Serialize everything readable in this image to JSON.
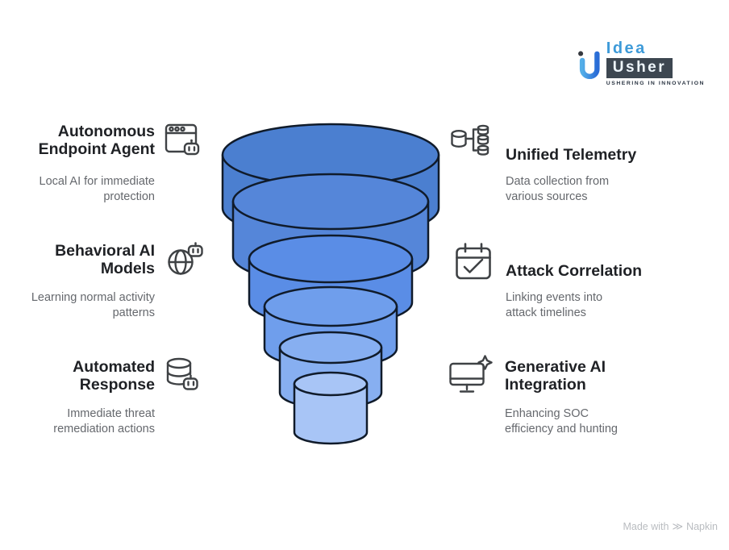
{
  "logo": {
    "word1": "Idea",
    "word2": "Usher",
    "tagline": "USHERING IN INNOVATION",
    "accent_light": "#54aee8",
    "accent_dark": "#2a6cd6"
  },
  "left_items": [
    {
      "title": "Autonomous Endpoint Agent",
      "subtitle": "Local AI for immediate protection",
      "icon": "browser-robot"
    },
    {
      "title": "Behavioral AI Models",
      "subtitle": "Learning normal activity patterns",
      "icon": "globe-robot"
    },
    {
      "title": "Automated Response",
      "subtitle": "Immediate threat remediation actions",
      "icon": "database-robot"
    }
  ],
  "right_items": [
    {
      "title": "Unified Telemetry",
      "subtitle": "Data collection from various sources",
      "icon": "telemetry-merge"
    },
    {
      "title": "Attack Correlation",
      "subtitle": "Linking events into attack timelines",
      "icon": "calendar-check"
    },
    {
      "title": "Generative AI Integration",
      "subtitle": "Enhancing SOC efficiency and hunting",
      "icon": "monitor-sparkle"
    }
  ],
  "funnel": {
    "type": "stacked-cylinder-funnel",
    "levels": [
      {
        "color": "#4b7fd0"
      },
      {
        "color": "#5586d9"
      },
      {
        "color": "#5a8de6"
      },
      {
        "color": "#6f9eec"
      },
      {
        "color": "#87aff1"
      },
      {
        "color": "#a8c5f6"
      }
    ],
    "outline": "#101b2a"
  },
  "footer": {
    "made_with": "Made with",
    "brand": "Napkin"
  }
}
